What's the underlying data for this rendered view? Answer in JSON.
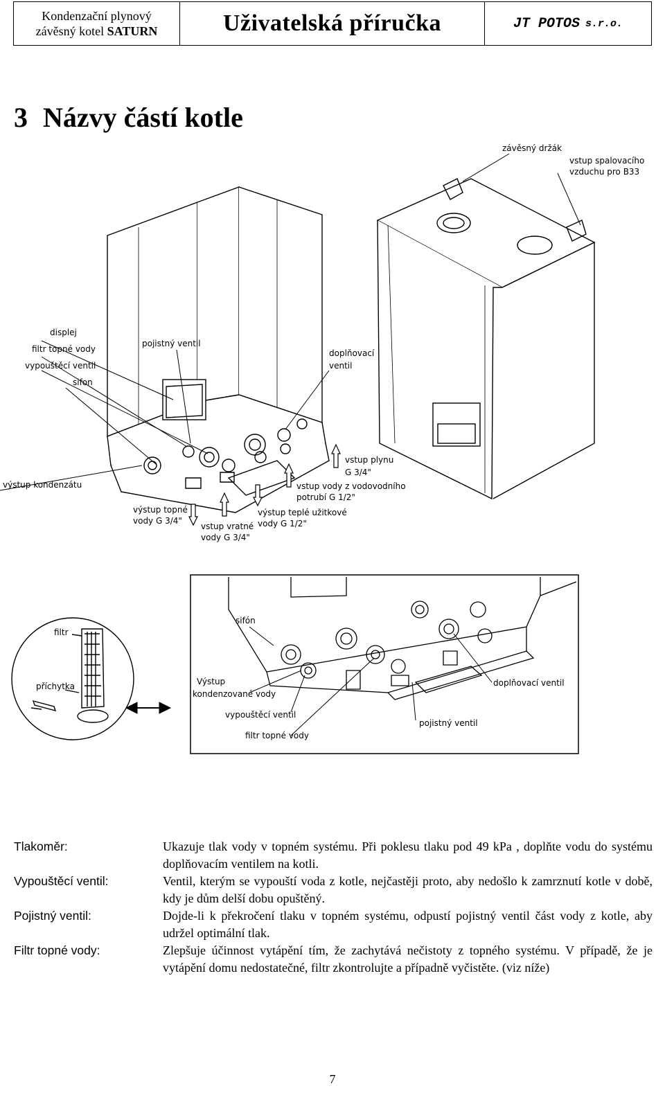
{
  "header": {
    "product_line1": "Kondenzační plynový",
    "product_line2_prefix": "závěsný kotel ",
    "product_line2_bold": "SATURN",
    "doc_title": "Uživatelská příručka",
    "company": "JT POTOS",
    "company_suffix": "s.r.o."
  },
  "section": {
    "number": "3",
    "title": "Názvy částí kotle"
  },
  "figure1": {
    "labels": {
      "hanger": "závěsný držák",
      "air_inlet_1": "vstup spalovacího",
      "air_inlet_2": "vzduchu pro B33",
      "display": "displej",
      "heating_filter": "filtr topné vody",
      "drain_valve": "vypouštěcí ventil",
      "siphon": "sifon",
      "safety_valve": "pojistný ventil",
      "fill_valve_1": "doplňovací",
      "fill_valve_2": "ventil",
      "condensate_outlet": "výstup kondenzátu",
      "gas_inlet_1": "vstup plynu",
      "gas_inlet_2": "G 3/4\"",
      "water_inlet_1": "vstup vody z vodovodního",
      "water_inlet_2": "potrubí G 1/2\"",
      "heating_outlet_1": "výstup topné",
      "heating_outlet_2": "vody G 3/4\"",
      "return_inlet_1": "vstup vratné",
      "return_inlet_2": "vody G 3/4\"",
      "dhw_outlet_1": "výstup teplé užitkové",
      "dhw_outlet_2": "vody G 1/2\""
    }
  },
  "figure2": {
    "labels": {
      "filter": "filtr",
      "clip": "příchytka",
      "siphon": "sifón",
      "condensate_1": "Výstup",
      "condensate_2": "kondenzované vody",
      "drain_valve": "vypouštěcí ventil",
      "heating_filter": "filtr topné vody",
      "fill_valve": "doplňovací ventil",
      "safety_valve": "pojistný ventil"
    }
  },
  "definitions": [
    {
      "term": "Tlakoměr:",
      "description": "Ukazuje tlak vody v topném systému. Při poklesu tlaku pod 49 kPa , doplňte vodu do systému doplňovacím ventilem na kotli."
    },
    {
      "term": "Vypouštěcí ventil:",
      "description": "Ventil, kterým se vypouští voda z kotle, nejčastěji proto, aby nedošlo k zamrznutí kotle v době, kdy je dům delší dobu opuštěný."
    },
    {
      "term": "Pojistný ventil:",
      "description": "Dojde-li k překročení tlaku v topném systému, odpustí pojistný ventil část vody z kotle, aby udržel optimální tlak."
    },
    {
      "term": "Filtr topné vody:",
      "description": "Zlepšuje účinnost vytápění tím, že zachytává nečistoty z topného systému. V případě, že je vytápění domu nedostatečné, filtr zkontrolujte a případně vyčistěte. (viz níže)"
    }
  ],
  "page_number": "7"
}
